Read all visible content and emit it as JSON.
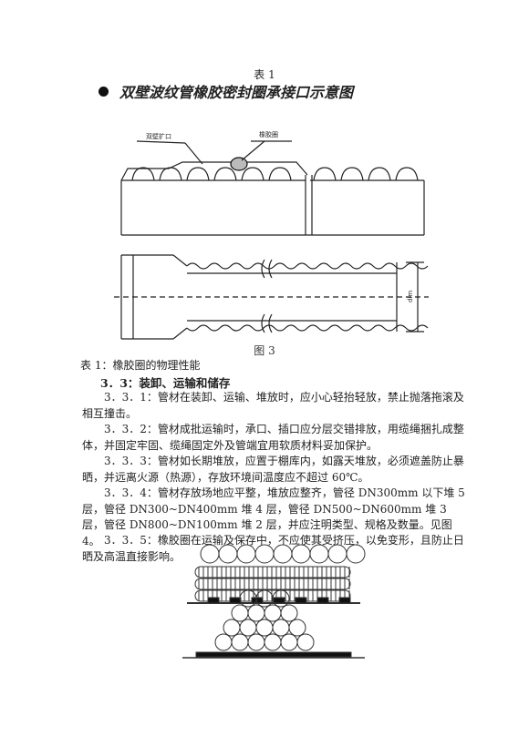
{
  "table_caption": "表 1",
  "section_title": "双壁波纹管橡胶密封圈承接口示意图",
  "diagram_labels": {
    "socket": "双壁扩口",
    "rubber_ring": "橡胶圈",
    "dim": "dim"
  },
  "figure_caption": "图 3",
  "table1_note": "表 1：橡胶圈的物理性能",
  "section_heading": "3．3：装卸、运输和储存",
  "paragraphs": [
    "3．3．1：管材在装卸、运输、堆放时，应小心轻抬轻放，禁止抛落拖滚及相互撞击。",
    "3．3．2：管材成批运输时，承口、插口应分层交错排放，用缆绳捆扎成整体，并固定牢固、缆绳固定外及管端宜用软质材料妥加保护。",
    "3．3．3：管材如长期堆放，应置于棚库内，如露天堆放，必须遮盖防止暴晒，并远离火源（热源），存放环境间温度应不超过 60℃。",
    "3．3．4：管材存放场地应平整，堆放应整齐，管径 DN300mm 以下堆 5 层，管径 DN300~DN400mm 堆 4 层，管径 DN500~DN600mm 堆 3 层，管径 DN800~DN100mm 堆 2 层，并应注明类型、规格及数量。见图 4。",
    "3．3．5：橡胶圈在运输及保存中，不应使其受挤压，以免变形，且防止日晒及高温直接影响。"
  ]
}
